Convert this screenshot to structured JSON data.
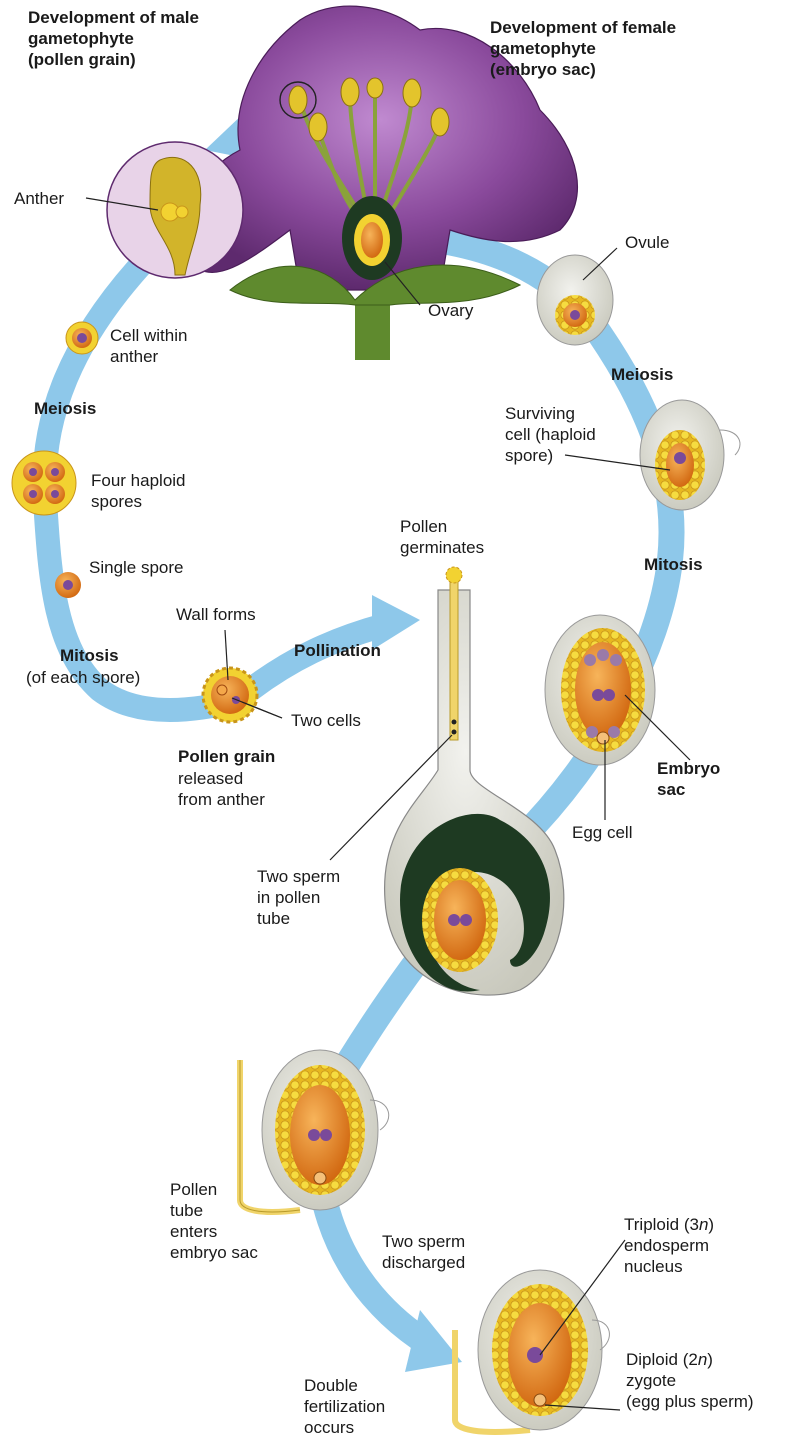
{
  "headings": {
    "male": "Development of male\ngametophyte\n(pollen grain)",
    "female": "Development of female\ngametophyte\n(embryo sac)"
  },
  "labels": {
    "anther": "Anther",
    "ovary": "Ovary",
    "ovule": "Ovule",
    "cell_within_anther": "Cell within\nanther",
    "meiosis_left": "Meiosis",
    "four_haploid_spores": "Four haploid\nspores",
    "single_spore": "Single spore",
    "wall_forms": "Wall forms",
    "mitosis_left": "Mitosis",
    "of_each_spore": "(of each spore)",
    "two_cells": "Two cells",
    "pollen_grain": "Pollen grain",
    "released_from_anther": "released\nfrom anther",
    "pollination": "Pollination",
    "pollen_germinates": "Pollen\ngerminates",
    "meiosis_right": "Meiosis",
    "surviving_cell": "Surviving\ncell (haploid\nspore)",
    "mitosis_right": "Mitosis",
    "embryo_sac": "Embryo\nsac",
    "egg_cell": "Egg cell",
    "two_sperm_in_pollen_tube": "Two sperm\nin pollen\ntube",
    "pollen_tube_enters": "Pollen\ntube\nenters\nembryo sac",
    "two_sperm_discharged": "Two sperm\ndischarged",
    "triploid_a": "Triploid (3",
    "triploid_n": "n",
    "triploid_b": ")",
    "triploid_rest": "endosperm\nnucleus",
    "diploid_a": "Diploid (2",
    "diploid_n": "n",
    "diploid_b": ")",
    "diploid_rest": "zygote\n(egg plus sperm)",
    "double_fertilization": "Double\nfertilization\noccurs"
  },
  "colors": {
    "arrow": "#8ec8ea",
    "petal": "#8a4a9c",
    "petal_dark": "#5e2a6e",
    "stem": "#5f8a2e",
    "ovule_coat": "#dcdcd4",
    "cell_orange": "#e07a1c",
    "cell_yellow": "#f2d231",
    "nucleus": "#7a4a9a",
    "tube": "#f0d46a",
    "dark_green": "#1e3a22"
  }
}
